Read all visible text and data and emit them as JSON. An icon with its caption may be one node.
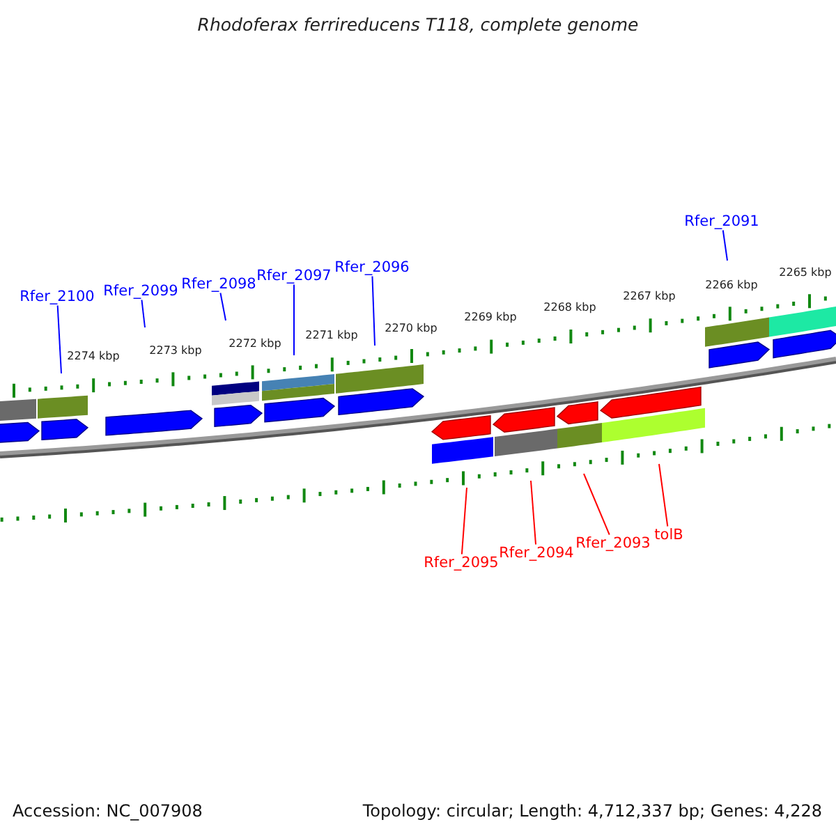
{
  "diagram": {
    "title": "Rhodoferax ferrireducens T118, complete genome",
    "nodes": [
      {
        "text": [
          "Rfer_2100"
        ]
      },
      {
        "text": [
          "Rfer_2099"
        ]
      },
      {
        "text": [
          "Rfer_2098"
        ]
      },
      {
        "text": [
          "Rfer_2097"
        ]
      },
      {
        "text": [
          "Rfer_2096"
        ]
      },
      {
        "text": [
          "Rfer_2091"
        ]
      },
      {
        "text": [
          "Rfer_2095"
        ]
      },
      {
        "text": [
          "Rfer_2094"
        ]
      },
      {
        "text": [
          "Rfer_2093"
        ]
      },
      {
        "text": [
          "tolB"
        ]
      }
    ],
    "edges": [
      {
        "from": 0,
        "to": null,
        "arrow": "none"
      },
      {
        "from": 1,
        "to": null,
        "arrow": "none"
      },
      {
        "from": 2,
        "to": null,
        "arrow": "none"
      },
      {
        "from": 3,
        "to": null,
        "arrow": "none"
      },
      {
        "from": 4,
        "to": null,
        "arrow": "none"
      },
      {
        "from": 5,
        "to": null,
        "arrow": "none"
      },
      {
        "from": 6,
        "to": null,
        "arrow": "none",
        "color": "#ff0000"
      },
      {
        "from": 7,
        "to": null,
        "arrow": "none",
        "color": "#ff0000"
      },
      {
        "from": 8,
        "to": null,
        "arrow": "none",
        "color": "#ff0000"
      },
      {
        "from": 9,
        "to": null,
        "arrow": "none",
        "color": "#ff0000"
      }
    ],
    "labels": [
      "2274 kbp",
      "2273 kbp",
      "2272 kbp",
      "2271 kbp",
      "2270 kbp",
      "2269 kbp",
      "2268 kbp",
      "2267 kbp",
      "2266 kbp",
      "2265 kbp",
      "Accession: NC_007908",
      "Topology: circular; Length: 4,712,337 bp; Genes: 4,228"
    ]
  }
}
